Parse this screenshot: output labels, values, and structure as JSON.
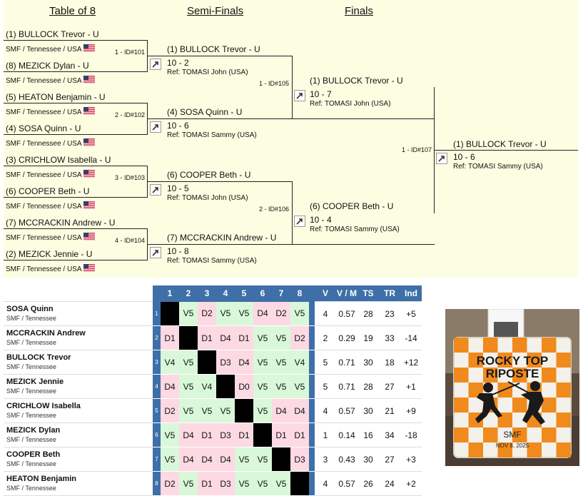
{
  "headers": {
    "table8": "Table of 8",
    "semis": "Semi-Finals",
    "finals": "Finals"
  },
  "table8": [
    {
      "name": "(1) BULLOCK Trevor - U",
      "aff": "SMF / Tennessee / USA"
    },
    {
      "name": "(8) MEZICK Dylan - U",
      "aff": "SMF / Tennessee / USA"
    },
    {
      "name": "(5) HEATON Benjamin - U",
      "aff": "SMF / Tennessee / USA"
    },
    {
      "name": "(4) SOSA Quinn - U",
      "aff": "SMF / Tennessee / USA"
    },
    {
      "name": "(3) CRICHLOW Isabella - U",
      "aff": "SMF / Tennessee / USA"
    },
    {
      "name": "(6) COOPER Beth - U",
      "aff": "SMF / Tennessee / USA"
    },
    {
      "name": "(7) MCCRACKIN Andrew - U",
      "aff": "SMF / Tennessee / USA"
    },
    {
      "name": "(2) MEZICK Jennie - U",
      "aff": "SMF / Tennessee / USA"
    }
  ],
  "semis": [
    {
      "id": "1 - ID#101",
      "winner": "(1) BULLOCK Trevor - U",
      "score": "10 - 2",
      "ref": "Ref: TOMASI John (USA)"
    },
    {
      "id": "2 - ID#102",
      "winner": "(4) SOSA Quinn - U",
      "score": "10 - 6",
      "ref": "Ref: TOMASI Sammy (USA)"
    },
    {
      "id": "3 - ID#103",
      "winner": "(6) COOPER Beth - U",
      "score": "10 - 5",
      "ref": "Ref: TOMASI John (USA)"
    },
    {
      "id": "4 - ID#104",
      "winner": "(7) MCCRACKIN Andrew - U",
      "score": "10 - 8",
      "ref": "Ref: TOMASI Sammy (USA)"
    }
  ],
  "finals": [
    {
      "id": "1 - ID#105",
      "winner": "(1) BULLOCK Trevor - U",
      "score": "10 - 7",
      "ref": "Ref: TOMASI John (USA)"
    },
    {
      "id": "2 - ID#106",
      "winner": "(6) COOPER Beth - U",
      "score": "10 - 4",
      "ref": "Ref: TOMASI Sammy (USA)"
    }
  ],
  "champion": {
    "id": "1 - ID#107",
    "winner": "(1) BULLOCK Trevor - U",
    "score": "10 - 6",
    "ref": "Ref: TOMASI Sammy (USA)"
  },
  "pool": {
    "columns": [
      "1",
      "2",
      "3",
      "4",
      "5",
      "6",
      "7",
      "8"
    ],
    "stat_columns": [
      "V",
      "V / M",
      "TS",
      "TR",
      "Ind"
    ],
    "rows": [
      {
        "name": "SOSA Quinn",
        "aff": "SMF / Tennessee",
        "num": "1",
        "cells": [
          "",
          "V5",
          "D2",
          "V5",
          "V5",
          "D4",
          "D2",
          "V5"
        ],
        "stats": [
          "4",
          "0.57",
          "28",
          "23",
          "+5"
        ]
      },
      {
        "name": "MCCRACKIN Andrew",
        "aff": "SMF / Tennessee",
        "num": "2",
        "cells": [
          "D1",
          "",
          "D1",
          "D4",
          "D1",
          "V5",
          "V5",
          "D2"
        ],
        "stats": [
          "2",
          "0.29",
          "19",
          "33",
          "-14"
        ]
      },
      {
        "name": "BULLOCK Trevor",
        "aff": "SMF / Tennessee",
        "num": "3",
        "cells": [
          "V4",
          "V5",
          "",
          "D3",
          "D4",
          "V5",
          "V5",
          "V4"
        ],
        "stats": [
          "5",
          "0.71",
          "30",
          "18",
          "+12"
        ]
      },
      {
        "name": "MEZICK Jennie",
        "aff": "SMF / Tennessee",
        "num": "4",
        "cells": [
          "D4",
          "V5",
          "V4",
          "",
          "D0",
          "V5",
          "V5",
          "V5"
        ],
        "stats": [
          "5",
          "0.71",
          "28",
          "27",
          "+1"
        ]
      },
      {
        "name": "CRICHLOW Isabella",
        "aff": "SMF / Tennessee",
        "num": "5",
        "cells": [
          "D2",
          "V5",
          "V5",
          "V5",
          "",
          "V5",
          "D4",
          "D4"
        ],
        "stats": [
          "4",
          "0.57",
          "30",
          "21",
          "+9"
        ]
      },
      {
        "name": "MEZICK Dylan",
        "aff": "SMF / Tennessee",
        "num": "6",
        "cells": [
          "V5",
          "D4",
          "D1",
          "D3",
          "D1",
          "",
          "D1",
          "D1"
        ],
        "stats": [
          "1",
          "0.14",
          "16",
          "34",
          "-18"
        ]
      },
      {
        "name": "COOPER Beth",
        "aff": "SMF / Tennessee",
        "num": "7",
        "cells": [
          "V5",
          "D4",
          "D4",
          "D4",
          "V5",
          "V5",
          "",
          "D3"
        ],
        "stats": [
          "3",
          "0.43",
          "30",
          "27",
          "+3"
        ]
      },
      {
        "name": "HEATON Benjamin",
        "aff": "SMF / Tennessee",
        "num": "8",
        "cells": [
          "D2",
          "V5",
          "D1",
          "D3",
          "V5",
          "V5",
          "V5",
          ""
        ],
        "stats": [
          "4",
          "0.57",
          "26",
          "24",
          "+2"
        ]
      }
    ]
  },
  "medal": {
    "line1": "ROCKY TOP",
    "line2": "RIPOSTE",
    "org": "SMF",
    "date": "NOV 8, 2025",
    "colors": {
      "orange": "#f08a1c",
      "white": "#f4f1ea",
      "ribbon": "#f7f7f7"
    }
  },
  "colors": {
    "bracket_bg": "#fdfde1",
    "header_blue": "#3e6fa8",
    "victory": "#d9f8d9",
    "defeat": "#fcd9e3"
  }
}
